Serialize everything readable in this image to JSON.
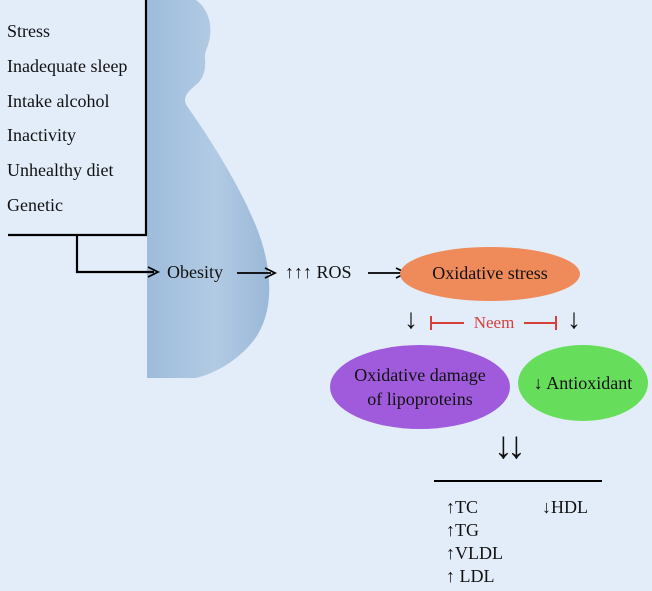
{
  "risk_factors": [
    "Stress",
    "Inadequate sleep",
    "Intake alcohol",
    "Inactivity",
    "Unhealthy diet",
    "Genetic"
  ],
  "pathway": {
    "obesity": "Obesity",
    "ros": "↑↑↑ ROS",
    "oxidative_stress": "Oxidative stress",
    "neem": "Neem",
    "oxidative_damage_line1": "Oxidative damage",
    "oxidative_damage_line2": "of lipoproteins",
    "antioxidant": "↓ Antioxidant",
    "down_arrow_left": "↓",
    "down_arrow_right": "↓",
    "double_down_arrow": "↓↓"
  },
  "lipid_outcomes": {
    "increased": [
      "↑TC",
      "↑TG",
      "↑VLDL",
      "↑ LDL"
    ],
    "decreased": [
      "↓HDL"
    ]
  },
  "colors": {
    "background": "#e3edf9",
    "silhouette": "#a8c4df",
    "oxidative_stress": "#ef8a5b",
    "oxidative_damage": "#a05bdd",
    "antioxidant": "#66de5c",
    "neem": "#d6403a"
  }
}
